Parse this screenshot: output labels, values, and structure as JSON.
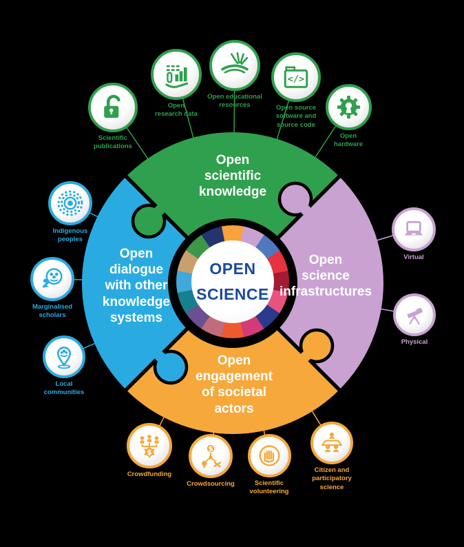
{
  "title": {
    "text": "OPEN\nSCIENCE"
  },
  "colors": {
    "background": "#000000",
    "center_text": "#1B4A9E",
    "green": "#2FA04D",
    "purple": "#C9A2D2",
    "orange": "#F6A83B",
    "blue": "#29ABE2",
    "ring_segments": [
      "#F7A23B",
      "#C9A2D2",
      "#4E79BF",
      "#E5333F",
      "#A21C34",
      "#E8527F",
      "#2C3A8C",
      "#D23A78",
      "#EE5A2E",
      "#C06C7C",
      "#6B5091",
      "#17808D",
      "#3FA8DC",
      "#C8A06E",
      "#3C9749",
      "#23346E"
    ]
  },
  "quadrants": [
    {
      "id": "open-scientific-knowledge",
      "label": "Open\nscientific\nknowledge",
      "color_key": "green",
      "satellites": [
        {
          "id": "scientific-publications",
          "label": "Scientific\npublications",
          "icon": "open-padlock-icon"
        },
        {
          "id": "open-research-data",
          "label": "Open\nresearch data",
          "icon": "bar-chart-hand-icon"
        },
        {
          "id": "open-educational-resources",
          "label": "Open educational\nresources",
          "icon": "open-book-icon"
        },
        {
          "id": "open-source-software",
          "label": "Open source\nsoftware and\nsource code",
          "icon": "code-window-icon"
        },
        {
          "id": "open-hardware",
          "label": "Open\nhardware",
          "icon": "gear-keyhole-icon"
        }
      ]
    },
    {
      "id": "open-science-infrastructures",
      "label": "Open\nscience\ninfrastructures",
      "color_key": "purple",
      "satellites": [
        {
          "id": "virtual",
          "label": "Virtual",
          "icon": "laptop-icon"
        },
        {
          "id": "physical",
          "label": "Physical",
          "icon": "telescope-icon"
        }
      ]
    },
    {
      "id": "open-engagement-of-societal-actors",
      "label": "Open\nengagement\nof societal\nactors",
      "color_key": "orange",
      "satellites": [
        {
          "id": "citizen-and-participatory-science",
          "label": "Citizen and\nparticipatory\nscience",
          "icon": "people-table-icon"
        },
        {
          "id": "scientific-volunteering",
          "label": "Scientific\nvolunteering",
          "icon": "raised-hands-icon"
        },
        {
          "id": "crowdsourcing",
          "label": "Crowdsourcing",
          "icon": "idea-network-icon"
        },
        {
          "id": "crowdfunding",
          "label": "Crowdfunding",
          "icon": "gear-dollar-icon"
        }
      ]
    },
    {
      "id": "open-dialogue-with-other-knowledge-systems",
      "label": "Open\ndialogue\nwith other\nknowledge\nsystems",
      "color_key": "blue",
      "satellites": [
        {
          "id": "indigenous-peoples",
          "label": "Indigenous\npeoples",
          "icon": "concentric-dots-icon"
        },
        {
          "id": "marginalised-scholars",
          "label": "Marginalised\nscholars",
          "icon": "magnifier-people-icon"
        },
        {
          "id": "local-communities",
          "label": "Local\ncommunities",
          "icon": "map-pin-people-icon"
        }
      ]
    }
  ]
}
